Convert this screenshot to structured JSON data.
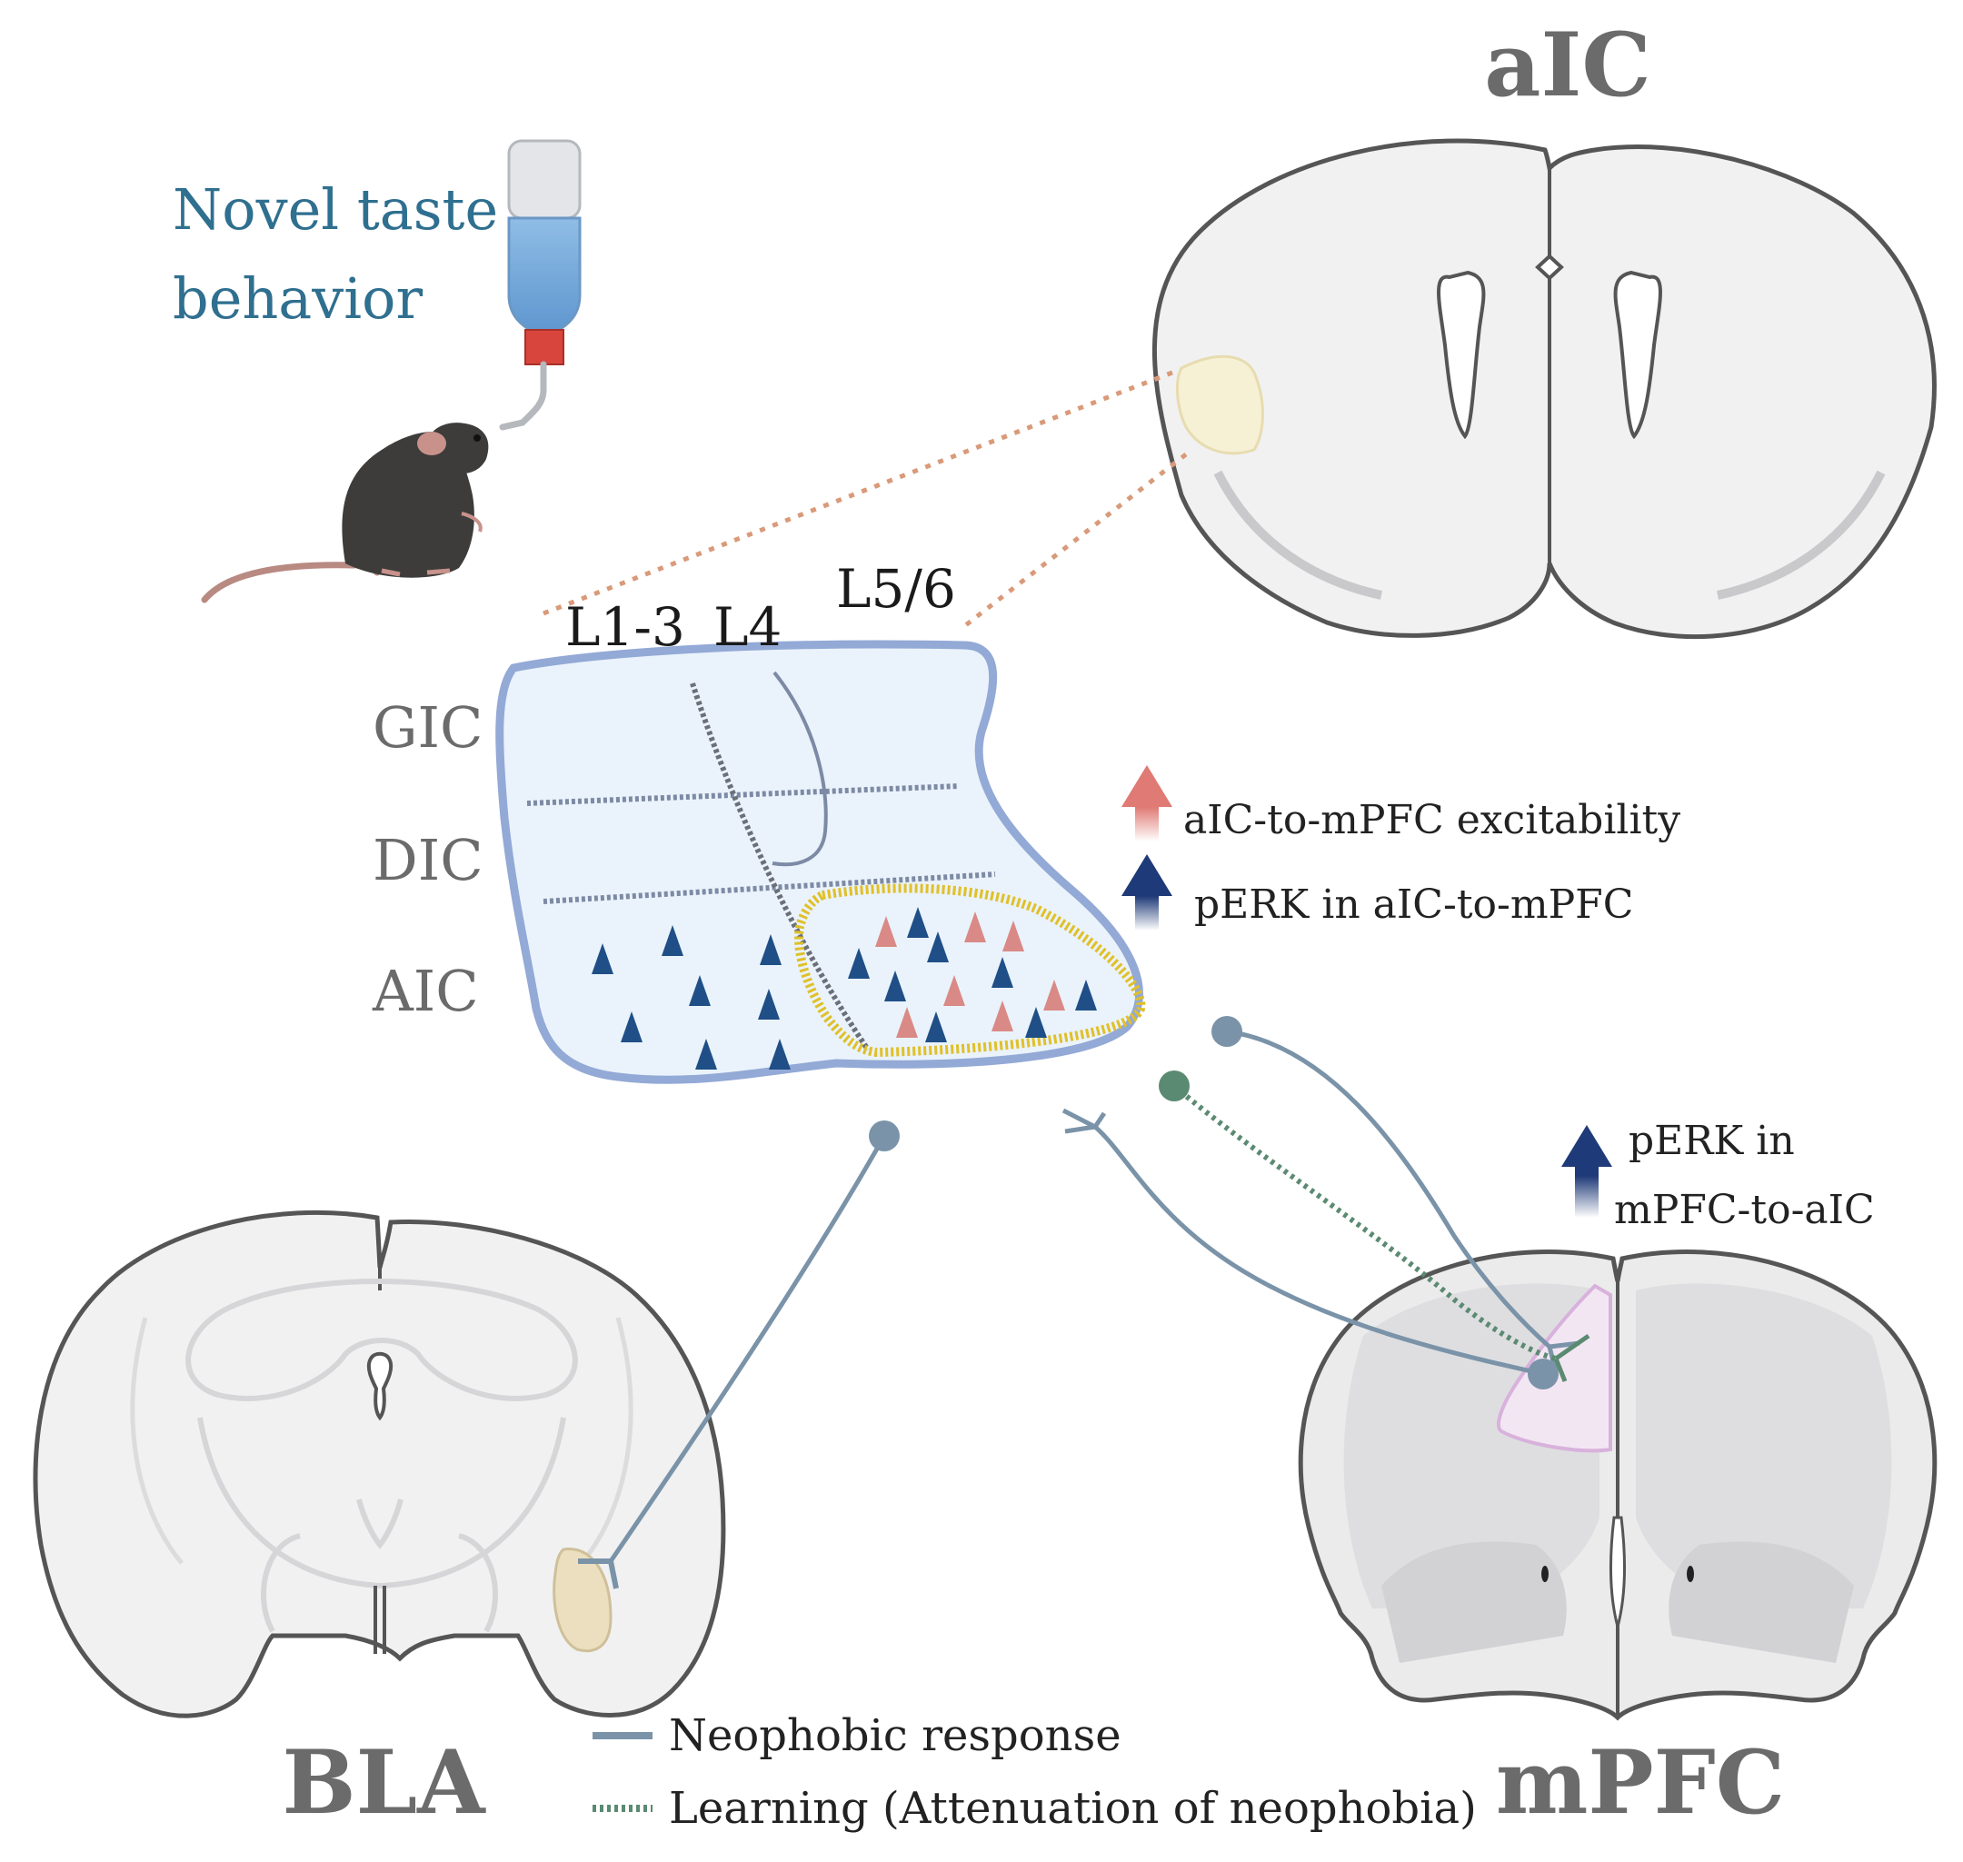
{
  "colors": {
    "neophobic": "#7a93a8",
    "learning": "#5b8a72",
    "increase_excitability": "#e07a74",
    "increase_perk": "#1f3a78",
    "cell_dark": "#1f4f86",
    "cell_pink": "#d98a86",
    "insula_outline": "#93a9d6",
    "insula_fill": "#eaf3fb",
    "l56_outline": "#e0c02a",
    "brain_outline": "#555555",
    "brain_fill": "#f1f1f2",
    "connector": "#d99a7a"
  },
  "behavior": {
    "line1": "Novel taste",
    "line2": "behavior"
  },
  "regions": {
    "aic": "aIC",
    "bla": "BLA",
    "mpfc": "mPFC"
  },
  "insula": {
    "layers": {
      "l13": "L1-3",
      "l4": "L4",
      "l56": "L5/6"
    },
    "subregions": {
      "gic": "GIC",
      "dic": "DIC",
      "aic": "AIC"
    }
  },
  "changes": {
    "excitability": "aIC-to-mPFC excitability",
    "perk_aic": "pERK in aIC-to-mPFC",
    "perk_mpfc_line1": "pERK in",
    "perk_mpfc_line2": "mPFC-to-aIC"
  },
  "legend": {
    "neophobic": "Neophobic response",
    "learning": "Learning (Attenuation of neophobia)"
  },
  "icons": {
    "bottle": "water-bottle-icon",
    "mouse": "mouse-icon",
    "arrow_up": "arrow-up-icon"
  }
}
